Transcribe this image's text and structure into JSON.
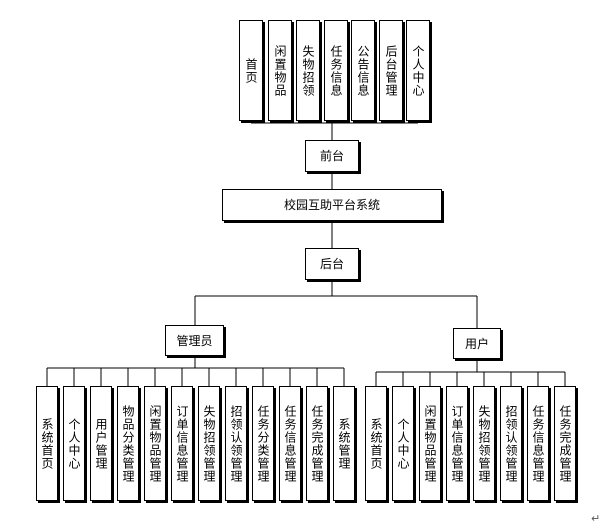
{
  "root": {
    "label": "校园互助平台系统"
  },
  "frontend": {
    "label": "前台",
    "items": [
      "首页",
      "闲置物品",
      "失物招领",
      "任务信息",
      "公告信息",
      "后台管理",
      "个人中心"
    ]
  },
  "backend": {
    "label": "后台"
  },
  "admin": {
    "label": "管理员",
    "items": [
      "系统首页",
      "个人中心",
      "用户管理",
      "物品分类管理",
      "闲置物品管理",
      "订单信息管理",
      "失物招领管理",
      "招领认领管理",
      "任务分类管理",
      "任务信息管理",
      "任务完成管理",
      "系统管理"
    ]
  },
  "user": {
    "label": "用户",
    "items": [
      "系统首页",
      "个人中心",
      "闲置物品管理",
      "订单信息管理",
      "失物招领管理",
      "招领认领管理",
      "任务信息管理",
      "任务完成管理"
    ]
  },
  "para_mark": "↵"
}
